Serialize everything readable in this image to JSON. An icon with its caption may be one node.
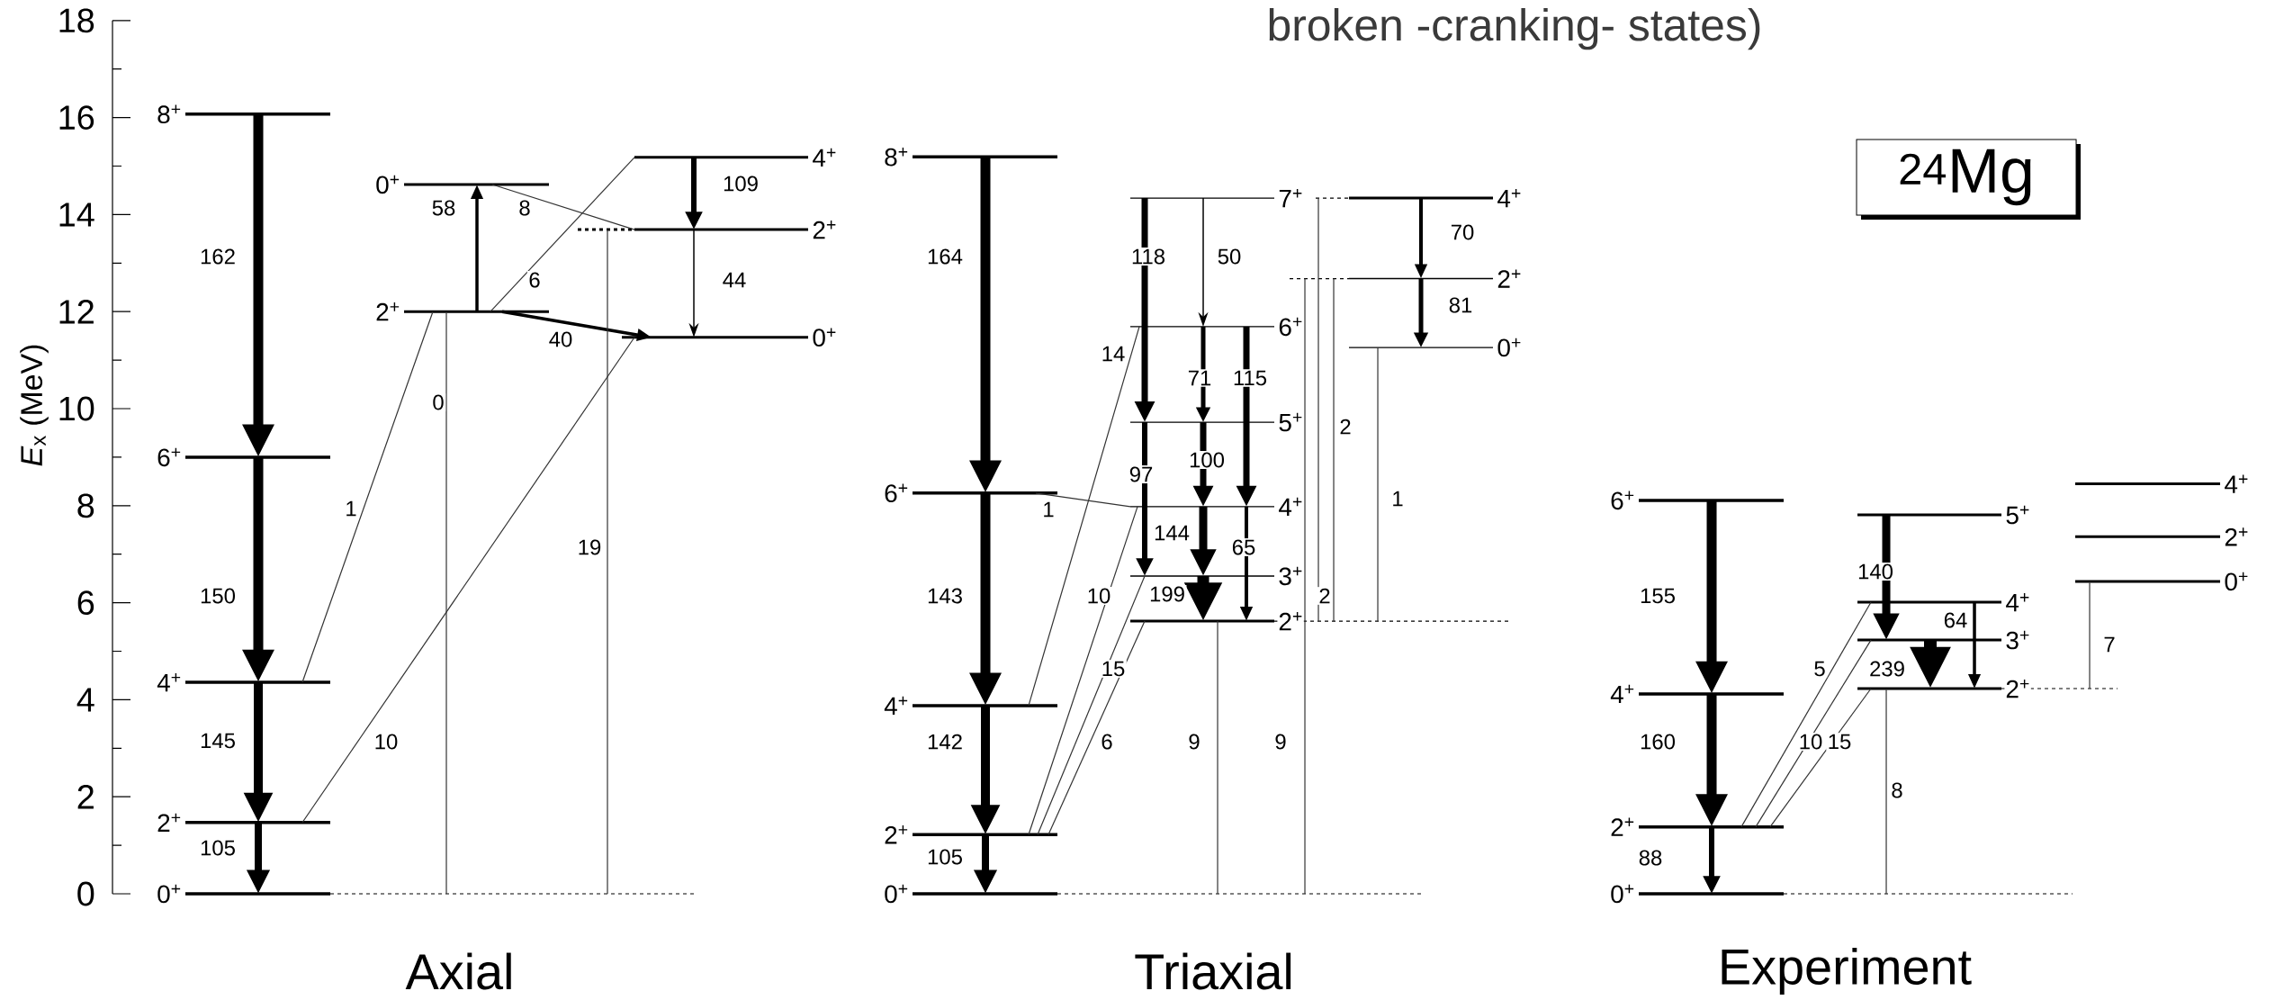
{
  "diagram": {
    "title": "broken -cranking- states)",
    "nodes": [
      {
        "text": [
          "0$^{+}$"
        ]
      },
      {
        "text": [
          "2$^{+}$"
        ]
      },
      {
        "text": [
          "4$^{+}$"
        ]
      },
      {
        "text": [
          "6$^{+}$"
        ]
      },
      {
        "text": [
          "8$^{+}$"
        ]
      },
      {
        "text": [
          "2$^{+}$"
        ]
      },
      {
        "text": [
          "0$^{+}$"
        ]
      },
      {
        "text": [
          "0$^{+}$"
        ]
      },
      {
        "text": [
          "2$^{+}$"
        ]
      },
      {
        "text": [
          "4$^{+}$"
        ]
      },
      {
        "text": [
          "0$^{+}$"
        ]
      },
      {
        "text": [
          "2$^{+}$"
        ]
      },
      {
        "text": [
          "4$^{+}$"
        ]
      },
      {
        "text": [
          "6$^{+}$"
        ]
      },
      {
        "text": [
          "8$^{+}$"
        ]
      },
      {
        "text": [
          "2$^{+}$"
        ]
      },
      {
        "text": [
          "3$^{+}$"
        ]
      },
      {
        "text": [
          "4$^{+}$"
        ]
      },
      {
        "text": [
          "5$^{+}$"
        ]
      },
      {
        "text": [
          "6$^{+}$"
        ]
      },
      {
        "text": [
          "7$^{+}$"
        ]
      },
      {
        "text": [
          "0$^{+}$"
        ]
      },
      {
        "text": [
          "2$^{+}$"
        ]
      },
      {
        "text": [
          "4$^{+}$"
        ]
      },
      {
        "text": [
          "0$^{+}$"
        ]
      },
      {
        "text": [
          "2$^{+}$"
        ]
      },
      {
        "text": [
          "4$^{+}$"
        ]
      },
      {
        "text": [
          "6$^{+}$"
        ]
      },
      {
        "text": [
          "2$^{+}$"
        ]
      },
      {
        "text": [
          "3$^{+}$"
        ]
      },
      {
        "text": [
          "4$^{+}$"
        ]
      },
      {
        "text": [
          "5$^{+}$"
        ]
      },
      {
        "text": [
          "0$^{+}$"
        ]
      },
      {
        "text": [
          "2$^{+}$"
        ]
      },
      {
        "text": [
          "4$^{+}$"
        ]
      },
      {
        "text": [
          "$^{24}$Mg"
        ]
      }
    ],
    "edges": [
      {
        "from": 4,
        "to": 3,
        "arrow": "to",
        "label": "162",
        "style": "thick"
      },
      {
        "from": 3,
        "to": 2,
        "arrow": "to",
        "label": "150",
        "style": "thick"
      },
      {
        "from": 2,
        "to": 1,
        "arrow": "to",
        "label": "145",
        "style": "thick"
      },
      {
        "from": 1,
        "to": 0,
        "arrow": "to",
        "label": "105",
        "style": "thick"
      },
      {
        "from": 5,
        "to": 6,
        "arrow": "to",
        "label": "58"
      },
      {
        "from": 6,
        "to": 8,
        "arrow": "none",
        "label": "8"
      },
      {
        "from": 9,
        "to": 5,
        "arrow": "none",
        "label": "6"
      },
      {
        "from": 5,
        "to": 7,
        "arrow": "to",
        "label": "40"
      },
      {
        "from": 9,
        "to": 8,
        "arrow": "to",
        "label": "109"
      },
      {
        "from": 8,
        "to": 7,
        "arrow": "to",
        "label": "44"
      },
      {
        "from": 5,
        "to": 2,
        "arrow": "none",
        "label": "1"
      },
      {
        "from": 5,
        "to": 0,
        "arrow": "none",
        "label": "0"
      },
      {
        "from": 7,
        "to": 1,
        "arrow": "none",
        "label": "10"
      },
      {
        "from": 8,
        "to": 0,
        "arrow": "none",
        "label": "19"
      },
      {
        "from": 14,
        "to": 13,
        "arrow": "to",
        "label": "164",
        "style": "thick"
      },
      {
        "from": 13,
        "to": 12,
        "arrow": "to",
        "label": "143",
        "style": "thick"
      },
      {
        "from": 12,
        "to": 11,
        "arrow": "to",
        "label": "142",
        "style": "thick"
      },
      {
        "from": 11,
        "to": 10,
        "arrow": "to",
        "label": "105",
        "style": "thick"
      },
      {
        "from": 13,
        "to": 17,
        "arrow": "none",
        "label": "1"
      },
      {
        "from": 19,
        "to": 12,
        "arrow": "none",
        "label": "14"
      },
      {
        "from": 17,
        "to": 11,
        "arrow": "none",
        "label": "10"
      },
      {
        "from": 16,
        "to": 11,
        "arrow": "none",
        "label": "15"
      },
      {
        "from": 15,
        "to": 11,
        "arrow": "none",
        "label": "6"
      },
      {
        "from": 20,
        "to": 18,
        "arrow": "to",
        "label": "118"
      },
      {
        "from": 20,
        "to": 19,
        "arrow": "to",
        "label": "50"
      },
      {
        "from": 19,
        "to": 18,
        "arrow": "to",
        "label": "71"
      },
      {
        "from": 19,
        "to": 17,
        "arrow": "to",
        "label": "115"
      },
      {
        "from": 18,
        "to": 16,
        "arrow": "to",
        "label": "97"
      },
      {
        "from": 18,
        "to": 17,
        "arrow": "to",
        "label": "100"
      },
      {
        "from": 17,
        "to": 15,
        "arrow": "to",
        "label": "65"
      },
      {
        "from": 17,
        "to": 16,
        "arrow": "to",
        "label": "144",
        "style": "thick"
      },
      {
        "from": 16,
        "to": 15,
        "arrow": "to",
        "label": "199",
        "style": "thick"
      },
      {
        "from": 15,
        "to": 10,
        "arrow": "none",
        "label": "9"
      },
      {
        "from": 22,
        "to": 10,
        "arrow": "none",
        "label": "9"
      },
      {
        "from": 23,
        "to": 15,
        "arrow": "none",
        "label": "2"
      },
      {
        "from": 22,
        "to": 15,
        "arrow": "none",
        "label": "2"
      },
      {
        "from": 21,
        "to": 15,
        "arrow": "none",
        "label": "1"
      },
      {
        "from": 23,
        "to": 22,
        "arrow": "to",
        "label": "70"
      },
      {
        "from": 22,
        "to": 21,
        "arrow": "to",
        "label": "81"
      },
      {
        "from": 27,
        "to": 26,
        "arrow": "to",
        "label": "155",
        "style": "thick"
      },
      {
        "from": 26,
        "to": 25,
        "arrow": "to",
        "label": "160",
        "style": "thick"
      },
      {
        "from": 25,
        "to": 24,
        "arrow": "to",
        "label": "88"
      },
      {
        "from": 31,
        "to": 29,
        "arrow": "to",
        "label": "140",
        "style": "thick"
      },
      {
        "from": 30,
        "to": 28,
        "arrow": "to",
        "label": "64"
      },
      {
        "from": 29,
        "to": 28,
        "arrow": "to",
        "label": "239",
        "style": "thick"
      },
      {
        "from": 30,
        "to": 25,
        "arrow": "none",
        "label": "5"
      },
      {
        "from": 29,
        "to": 25,
        "arrow": "none",
        "label": "10"
      },
      {
        "from": 28,
        "to": 25,
        "arrow": "none",
        "label": "15"
      },
      {
        "from": 28,
        "to": 24,
        "arrow": "none",
        "label": "8"
      },
      {
        "from": 32,
        "to": 28,
        "arrow": "none",
        "label": "7"
      }
    ],
    "labels": [
      "18",
      "16",
      "14",
      "12",
      "10",
      "8",
      "6",
      "4",
      "2",
      "0",
      "*E*$_{x}$ (MeV)",
      "Axial",
      "Triaxial",
      "Experiment"
    ]
  }
}
